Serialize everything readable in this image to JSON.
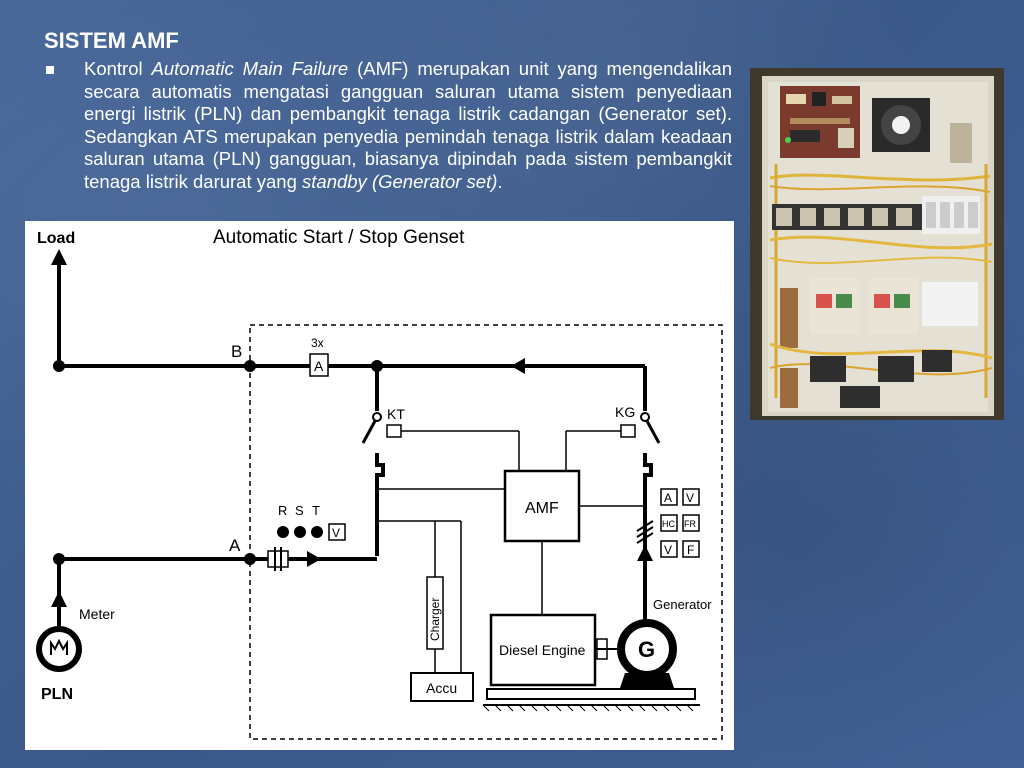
{
  "slide": {
    "title": "SISTEM AMF",
    "bullet": {
      "part1": "Kontrol ",
      "italic1": "Automatic Main Failure",
      "part2": " (AMF)  merupakan unit yang mengendalikan secara automatis mengatasi gangguan saluran utama sistem penyediaan energi listrik (PLN) dan pembangkit tenaga listrik cadangan (Generator set). Sedangkan ATS merupakan penyedia pemindah tenaga listrik dalam keadaan saluran utama (PLN) gangguan, biasanya dipindah pada  sistem pembangkit tenaga listrik darurat yang ",
      "italic2": "standby (Generator set)",
      "part3": "."
    }
  },
  "diagram": {
    "title": "Automatic Start / Stop Genset",
    "load": "Load",
    "node_b": "B",
    "node_a": "A",
    "ammeter_count": "3x",
    "ammeter": "A",
    "kt": "KT",
    "kg": "KG",
    "amf": "AMF",
    "r": "R",
    "s": "S",
    "t": "T",
    "voltmeter": "V",
    "meter": "Meter",
    "pln": "PLN",
    "charger": "Charger",
    "diesel_engine": "Diesel Engine",
    "accu": "Accu",
    "generator": "Generator",
    "gen_symbol": "G",
    "gauges": [
      "A",
      "V",
      "HC",
      "FR",
      "V",
      "F"
    ]
  }
}
